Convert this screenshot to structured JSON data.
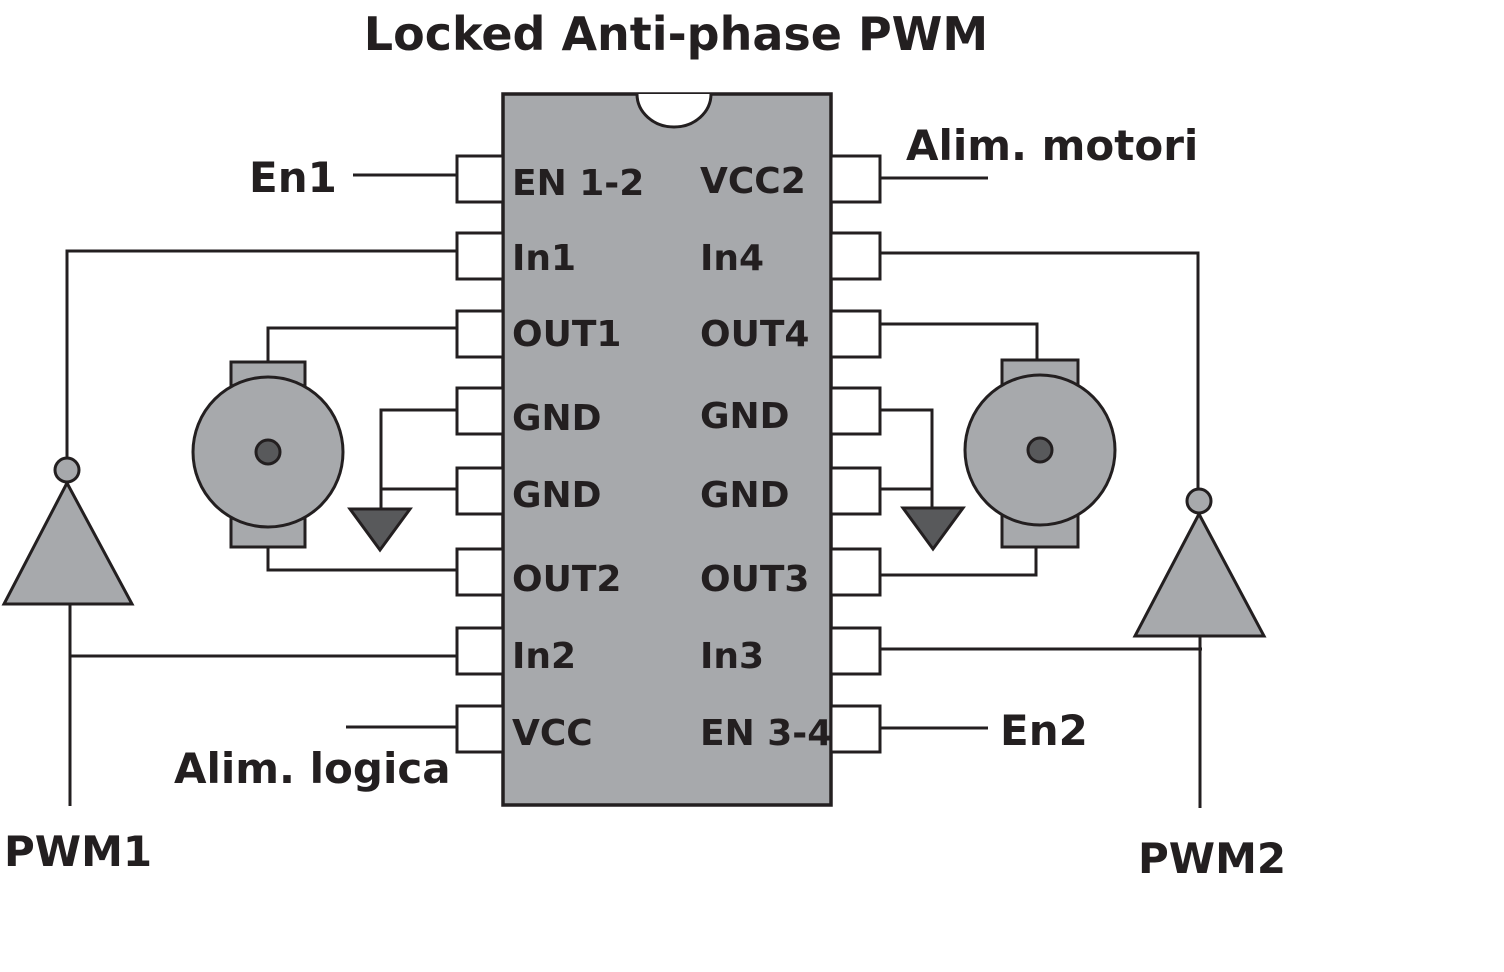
{
  "title": "Locked Anti-phase PWM",
  "chip": {
    "left_pins": [
      "EN 1-2",
      "In1",
      "OUT1",
      "GND",
      "GND",
      "OUT2",
      "In2",
      "VCC"
    ],
    "right_pins": [
      "VCC2",
      "In4",
      "OUT4",
      "GND",
      "GND",
      "OUT3",
      "In3",
      "EN 3-4"
    ]
  },
  "labels": {
    "en1": "En1",
    "en2": "En2",
    "alim_motori": "Alim. motori",
    "alim_logica": "Alim. logica",
    "pwm1": "PWM1",
    "pwm2": "PWM2"
  },
  "icons": {
    "motor_left": "motor-icon",
    "motor_right": "motor-icon",
    "ground_left": "ground-icon",
    "ground_right": "ground-icon",
    "inverter_left": "inverter-icon",
    "inverter_right": "inverter-icon"
  }
}
